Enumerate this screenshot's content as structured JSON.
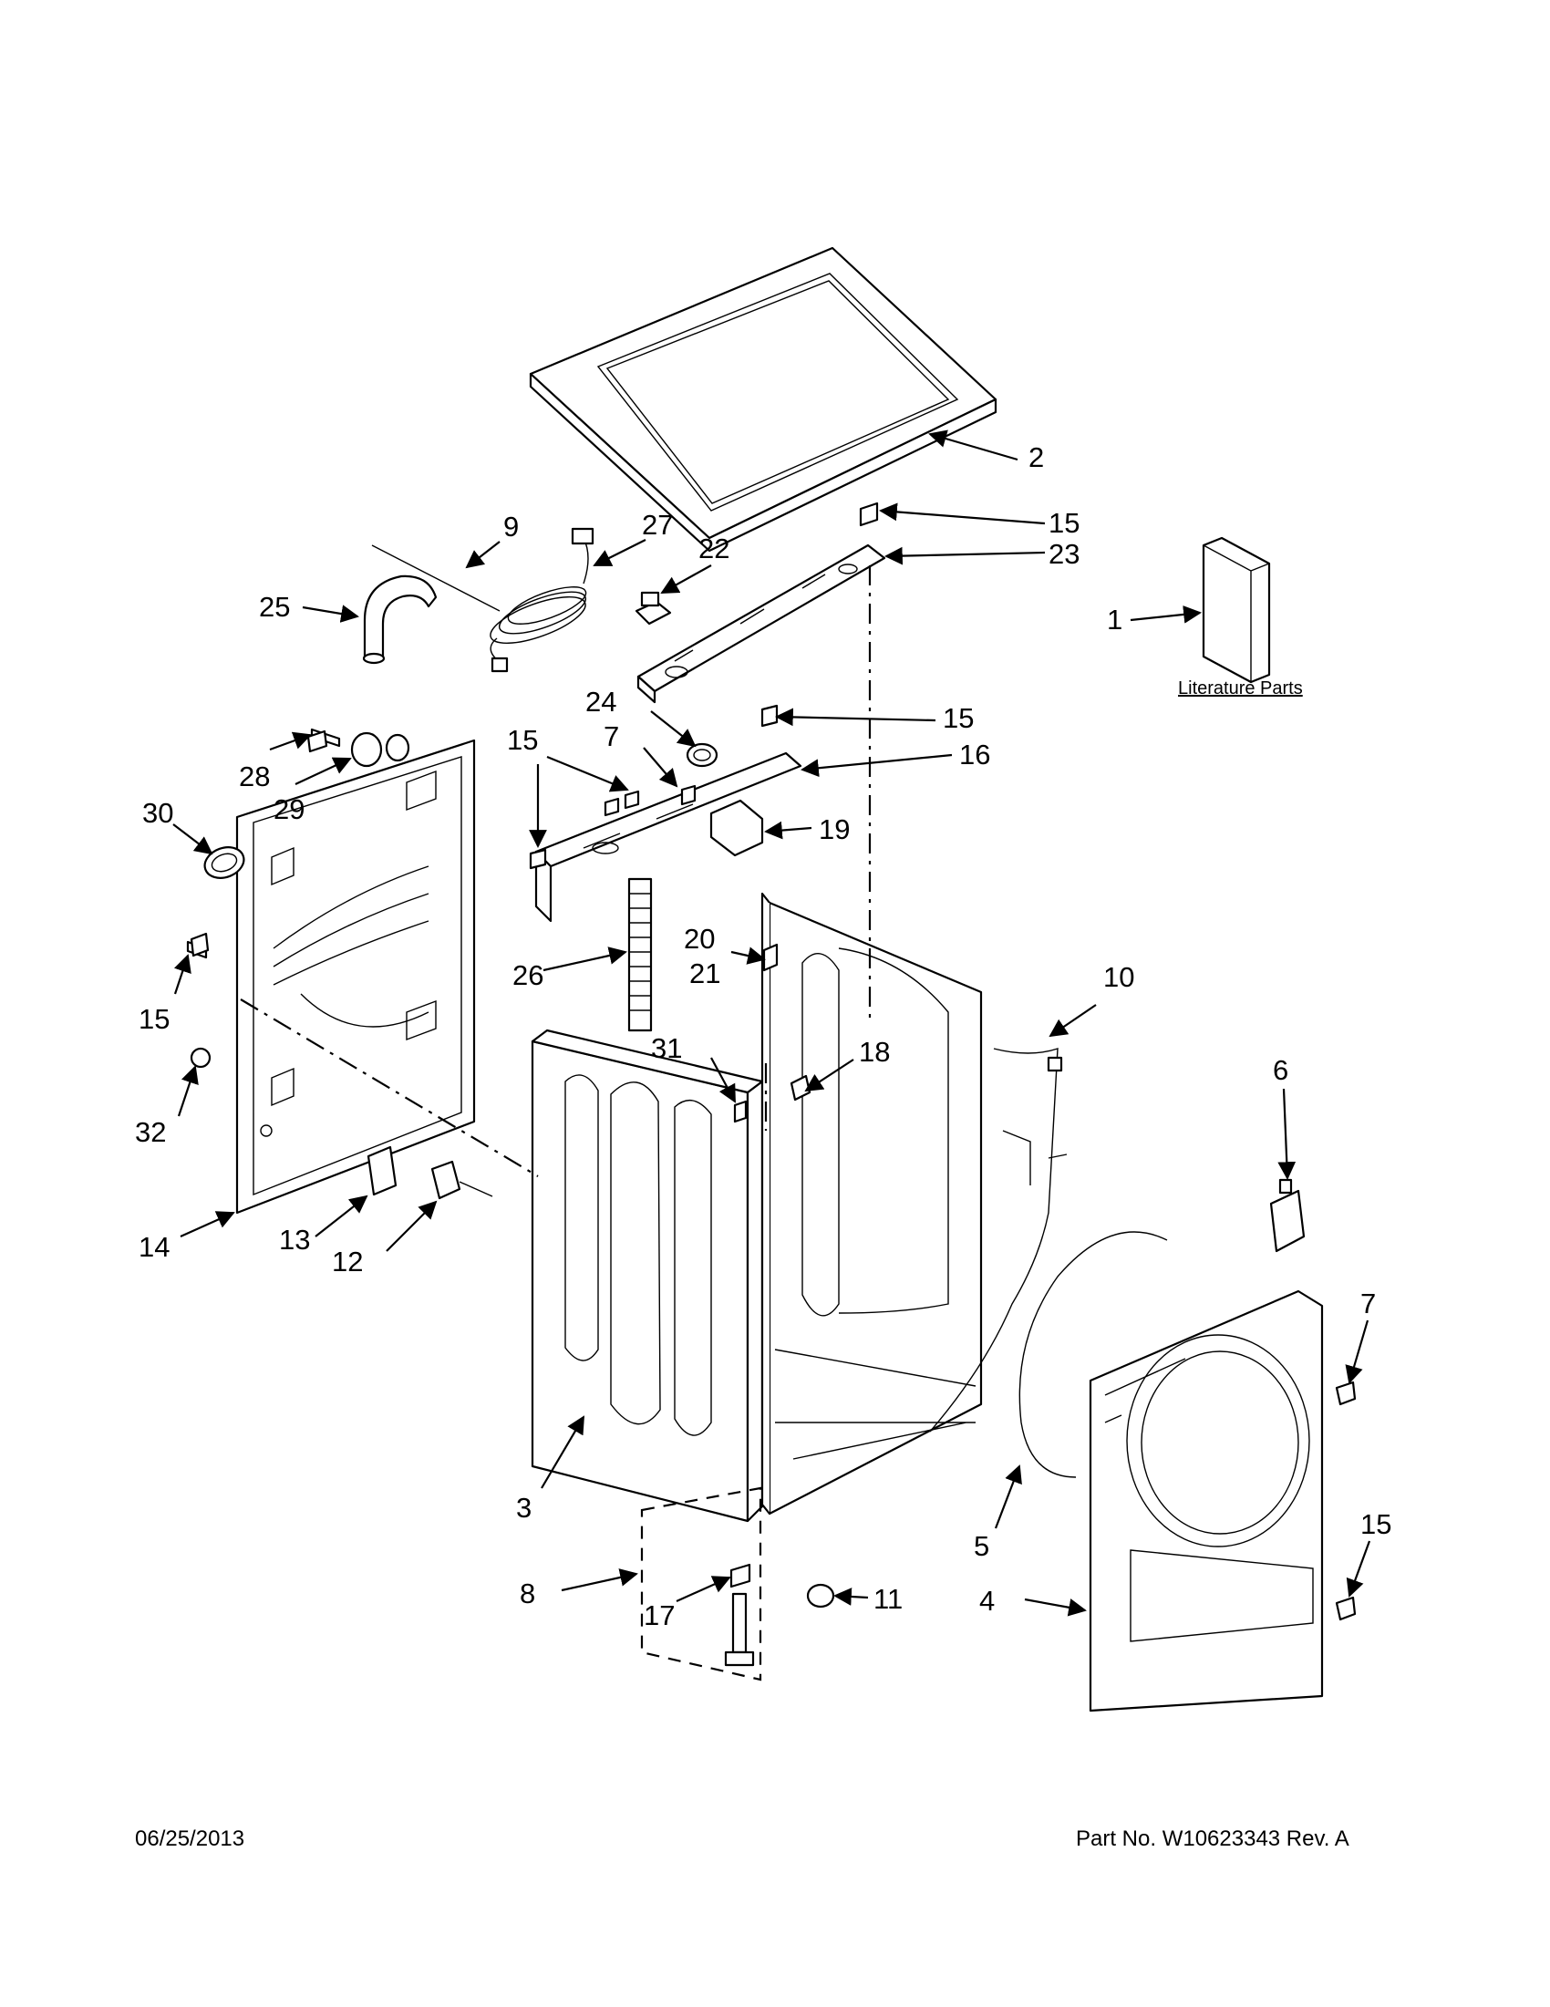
{
  "literature_label": "Literature Parts",
  "footer": {
    "date": "06/25/2013",
    "part_number": "Part No.  W10623343  Rev.  A"
  },
  "callouts": [
    "2",
    "15",
    "23",
    "9",
    "27",
    "22",
    "25",
    "1",
    "24",
    "15",
    "7",
    "16",
    "15",
    "19",
    "28",
    "29",
    "30",
    "26",
    "20",
    "21",
    "31",
    "18",
    "10",
    "15",
    "32",
    "14",
    "13",
    "12",
    "6",
    "3",
    "7",
    "5",
    "8",
    "17",
    "11",
    "15",
    "4"
  ]
}
